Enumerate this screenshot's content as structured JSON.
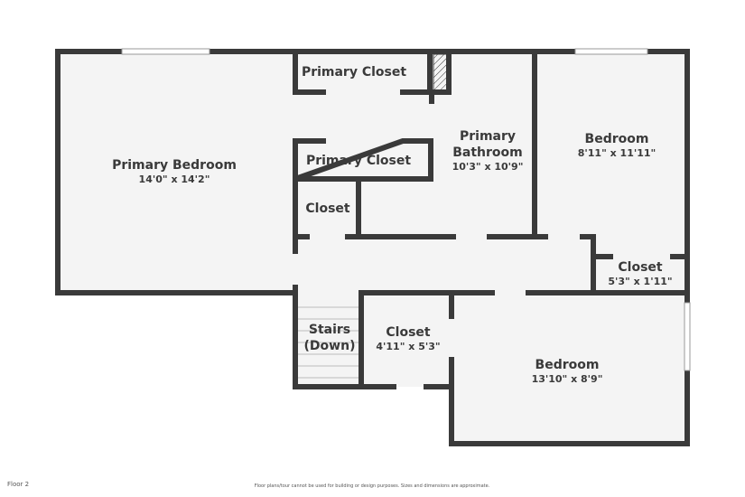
{
  "rooms": [
    {
      "name": "Primary Bedroom",
      "dim": "14'0\" x 14'2\""
    },
    {
      "name": "Primary Closet"
    },
    {
      "name": "Primary Closet"
    },
    {
      "name": "Closet"
    },
    {
      "name": "Primary Bathroom",
      "dim": "10'3\" x 10'9\""
    },
    {
      "name": "Bedroom",
      "dim": "8'11\" x 11'11\""
    },
    {
      "name": "Closet",
      "dim": "5'3\" x 1'11\""
    },
    {
      "name": "Stairs (Down)"
    },
    {
      "name": "Closet",
      "dim": "4'11\" x 5'3\""
    },
    {
      "name": "Bedroom",
      "dim": "13'10\" x 8'9\""
    }
  ],
  "footer": {
    "floor": "Floor 2",
    "disclaimer": "Floor plans/tour cannot be used for building or design purposes. Sizes and dimensions are approximate."
  },
  "colors": {
    "wall": "#3a3a3a",
    "floor": "#f4f4f4"
  }
}
